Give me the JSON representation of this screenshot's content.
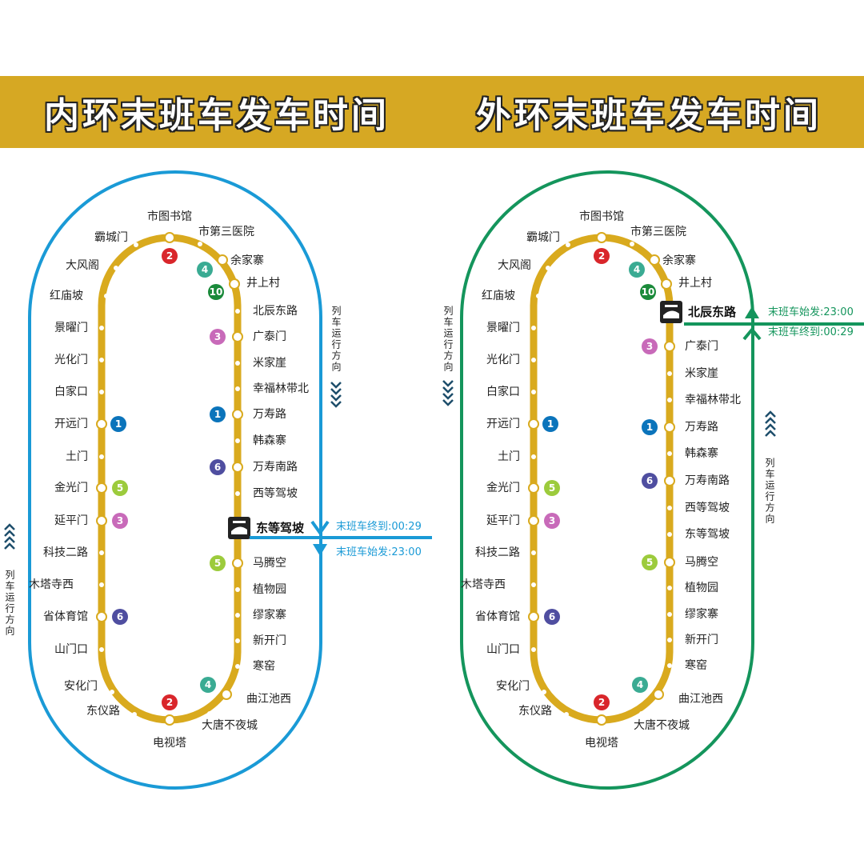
{
  "colors": {
    "track": "#d9aa1e",
    "inner_ring": "#1a9ad6",
    "outer_ring": "#14955c",
    "band": "#d6a823",
    "lines": {
      "1": "#0b74bb",
      "2": "#d9262b",
      "3": "#c86ab9",
      "4": "#3aab93",
      "5": "#9ccb3c",
      "6": "#4f4ea0",
      "10": "#1a8a3a"
    }
  },
  "direction_label": "列车运行方向",
  "stations": [
    {
      "name": "市图书馆",
      "line": "2"
    },
    {
      "name": "市第三医院"
    },
    {
      "name": "余家寨",
      "line": "4"
    },
    {
      "name": "井上村",
      "line": "10"
    },
    {
      "name": "北辰东路"
    },
    {
      "name": "广泰门",
      "line": "3"
    },
    {
      "name": "米家崖"
    },
    {
      "name": "幸福林带北"
    },
    {
      "name": "万寿路",
      "line": "1"
    },
    {
      "name": "韩森寨"
    },
    {
      "name": "万寿南路",
      "line": "6"
    },
    {
      "name": "西等驾坡"
    },
    {
      "name": "东等驾坡"
    },
    {
      "name": "马腾空",
      "line": "5"
    },
    {
      "name": "植物园"
    },
    {
      "name": "缪家寨"
    },
    {
      "name": "新开门"
    },
    {
      "name": "寒窑"
    },
    {
      "name": "曲江池西",
      "line": "4"
    },
    {
      "name": "大唐不夜城"
    },
    {
      "name": "电视塔",
      "line": "2"
    },
    {
      "name": "东仪路"
    },
    {
      "name": "安化门"
    },
    {
      "name": "山门口"
    },
    {
      "name": "省体育馆",
      "line": "6"
    },
    {
      "name": "木塔寺西"
    },
    {
      "name": "科技二路"
    },
    {
      "name": "延平门",
      "line": "3"
    },
    {
      "name": "金光门",
      "line": "5"
    },
    {
      "name": "土门"
    },
    {
      "name": "开远门",
      "line": "1"
    },
    {
      "name": "白家口"
    },
    {
      "name": "光化门"
    },
    {
      "name": "景曜门"
    },
    {
      "name": "红庙坡"
    },
    {
      "name": "大风阁"
    },
    {
      "name": "霸城门"
    }
  ],
  "panels": [
    {
      "title": "内环末班车发车时间",
      "terminus_index": 12,
      "terminus_name": "东等驾坡",
      "arrive_label": "末班车终到:00:29",
      "depart_label": "末班车始发:23:00"
    },
    {
      "title": "外环末班车发车时间",
      "terminus_index": 4,
      "terminus_name": "北辰东路",
      "depart_label": "末班车始发:23:00",
      "arrive_label": "末班车终到:00:29"
    }
  ]
}
